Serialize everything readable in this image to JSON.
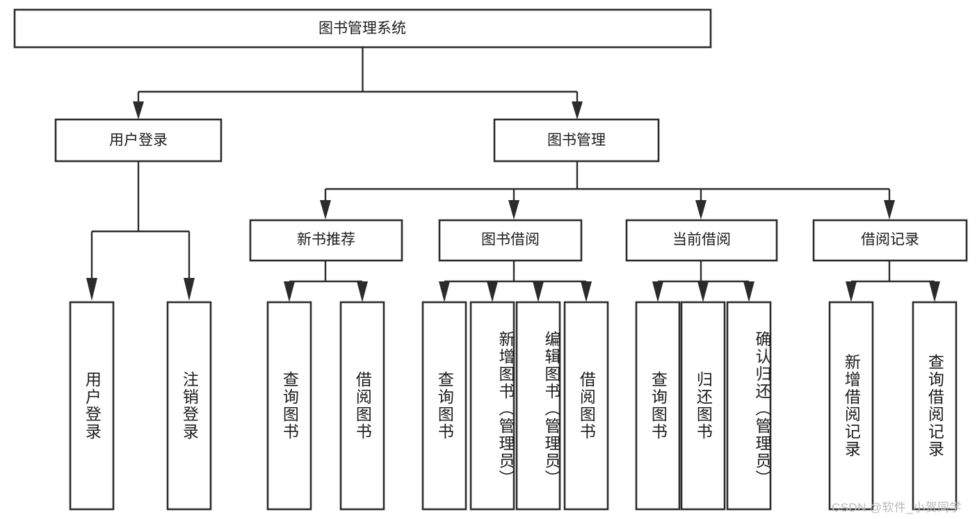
{
  "diagram": {
    "type": "tree",
    "title_node": {
      "label": "图书管理系统"
    },
    "level2": [
      {
        "label": "用户登录"
      },
      {
        "label": "图书管理"
      }
    ],
    "level3": [
      {
        "label": "新书推荐"
      },
      {
        "label": "图书借阅"
      },
      {
        "label": "当前借阅"
      },
      {
        "label": "借阅记录"
      }
    ],
    "leaves": {
      "user_login": [
        {
          "label": "用户登录"
        },
        {
          "label": "注销登录"
        }
      ],
      "new_book": [
        {
          "label": "查询图书"
        },
        {
          "label": "借阅图书"
        }
      ],
      "book_borrow": [
        {
          "label": "查询图书"
        },
        {
          "label": "新增图书（管理员）"
        },
        {
          "label": "编辑图书（管理员）"
        },
        {
          "label": "借阅图书"
        }
      ],
      "current_borrow": [
        {
          "label": "查询图书"
        },
        {
          "label": "归还图书"
        },
        {
          "label": "确认归还（管理员）"
        }
      ],
      "borrow_record": [
        {
          "label": "新增借阅记录"
        },
        {
          "label": "查询借阅记录"
        }
      ]
    }
  },
  "watermark": {
    "text": "CSDN @软件_小贺同学"
  },
  "colors": {
    "stroke": "#2b2b2b",
    "box_fill": "#ffffff",
    "text": "#1b1b1b",
    "watermark": "#b9b9b9",
    "background": "#ffffff"
  }
}
